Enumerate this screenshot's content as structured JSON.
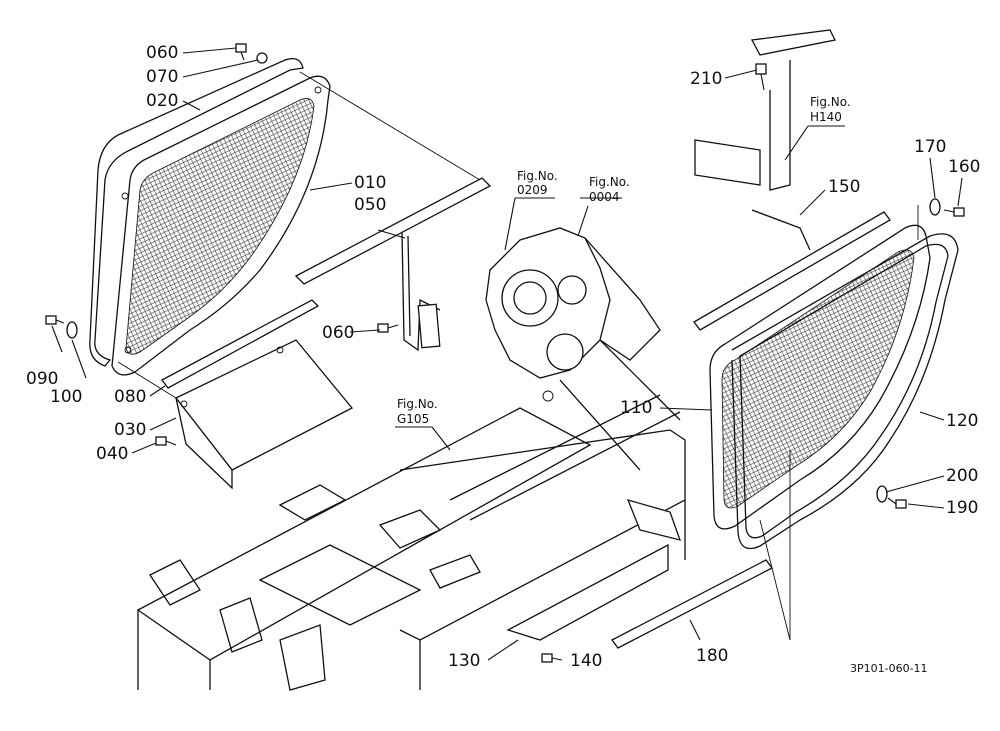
{
  "labels": {
    "p060a": "060",
    "p070": "070",
    "p020": "020",
    "p010": "010",
    "p050": "050",
    "p060b": "060",
    "p090": "090",
    "p100": "100",
    "p080": "080",
    "p030": "030",
    "p040": "040",
    "p210": "210",
    "p170": "170",
    "p160": "160",
    "p150": "150",
    "p110": "110",
    "p120": "120",
    "p200": "200",
    "p190": "190",
    "p130": "130",
    "p140": "140",
    "p180": "180"
  },
  "fig_refs": {
    "f0209": {
      "title": "Fig.No.",
      "code": "0209"
    },
    "f0004": {
      "title": "Fig.No.",
      "code": "0004"
    },
    "fH140": {
      "title": "Fig.No.",
      "code": "H140"
    },
    "fG105": {
      "title": "Fig.No.",
      "code": "G105"
    }
  },
  "drawing_code": "3P101-060-11"
}
